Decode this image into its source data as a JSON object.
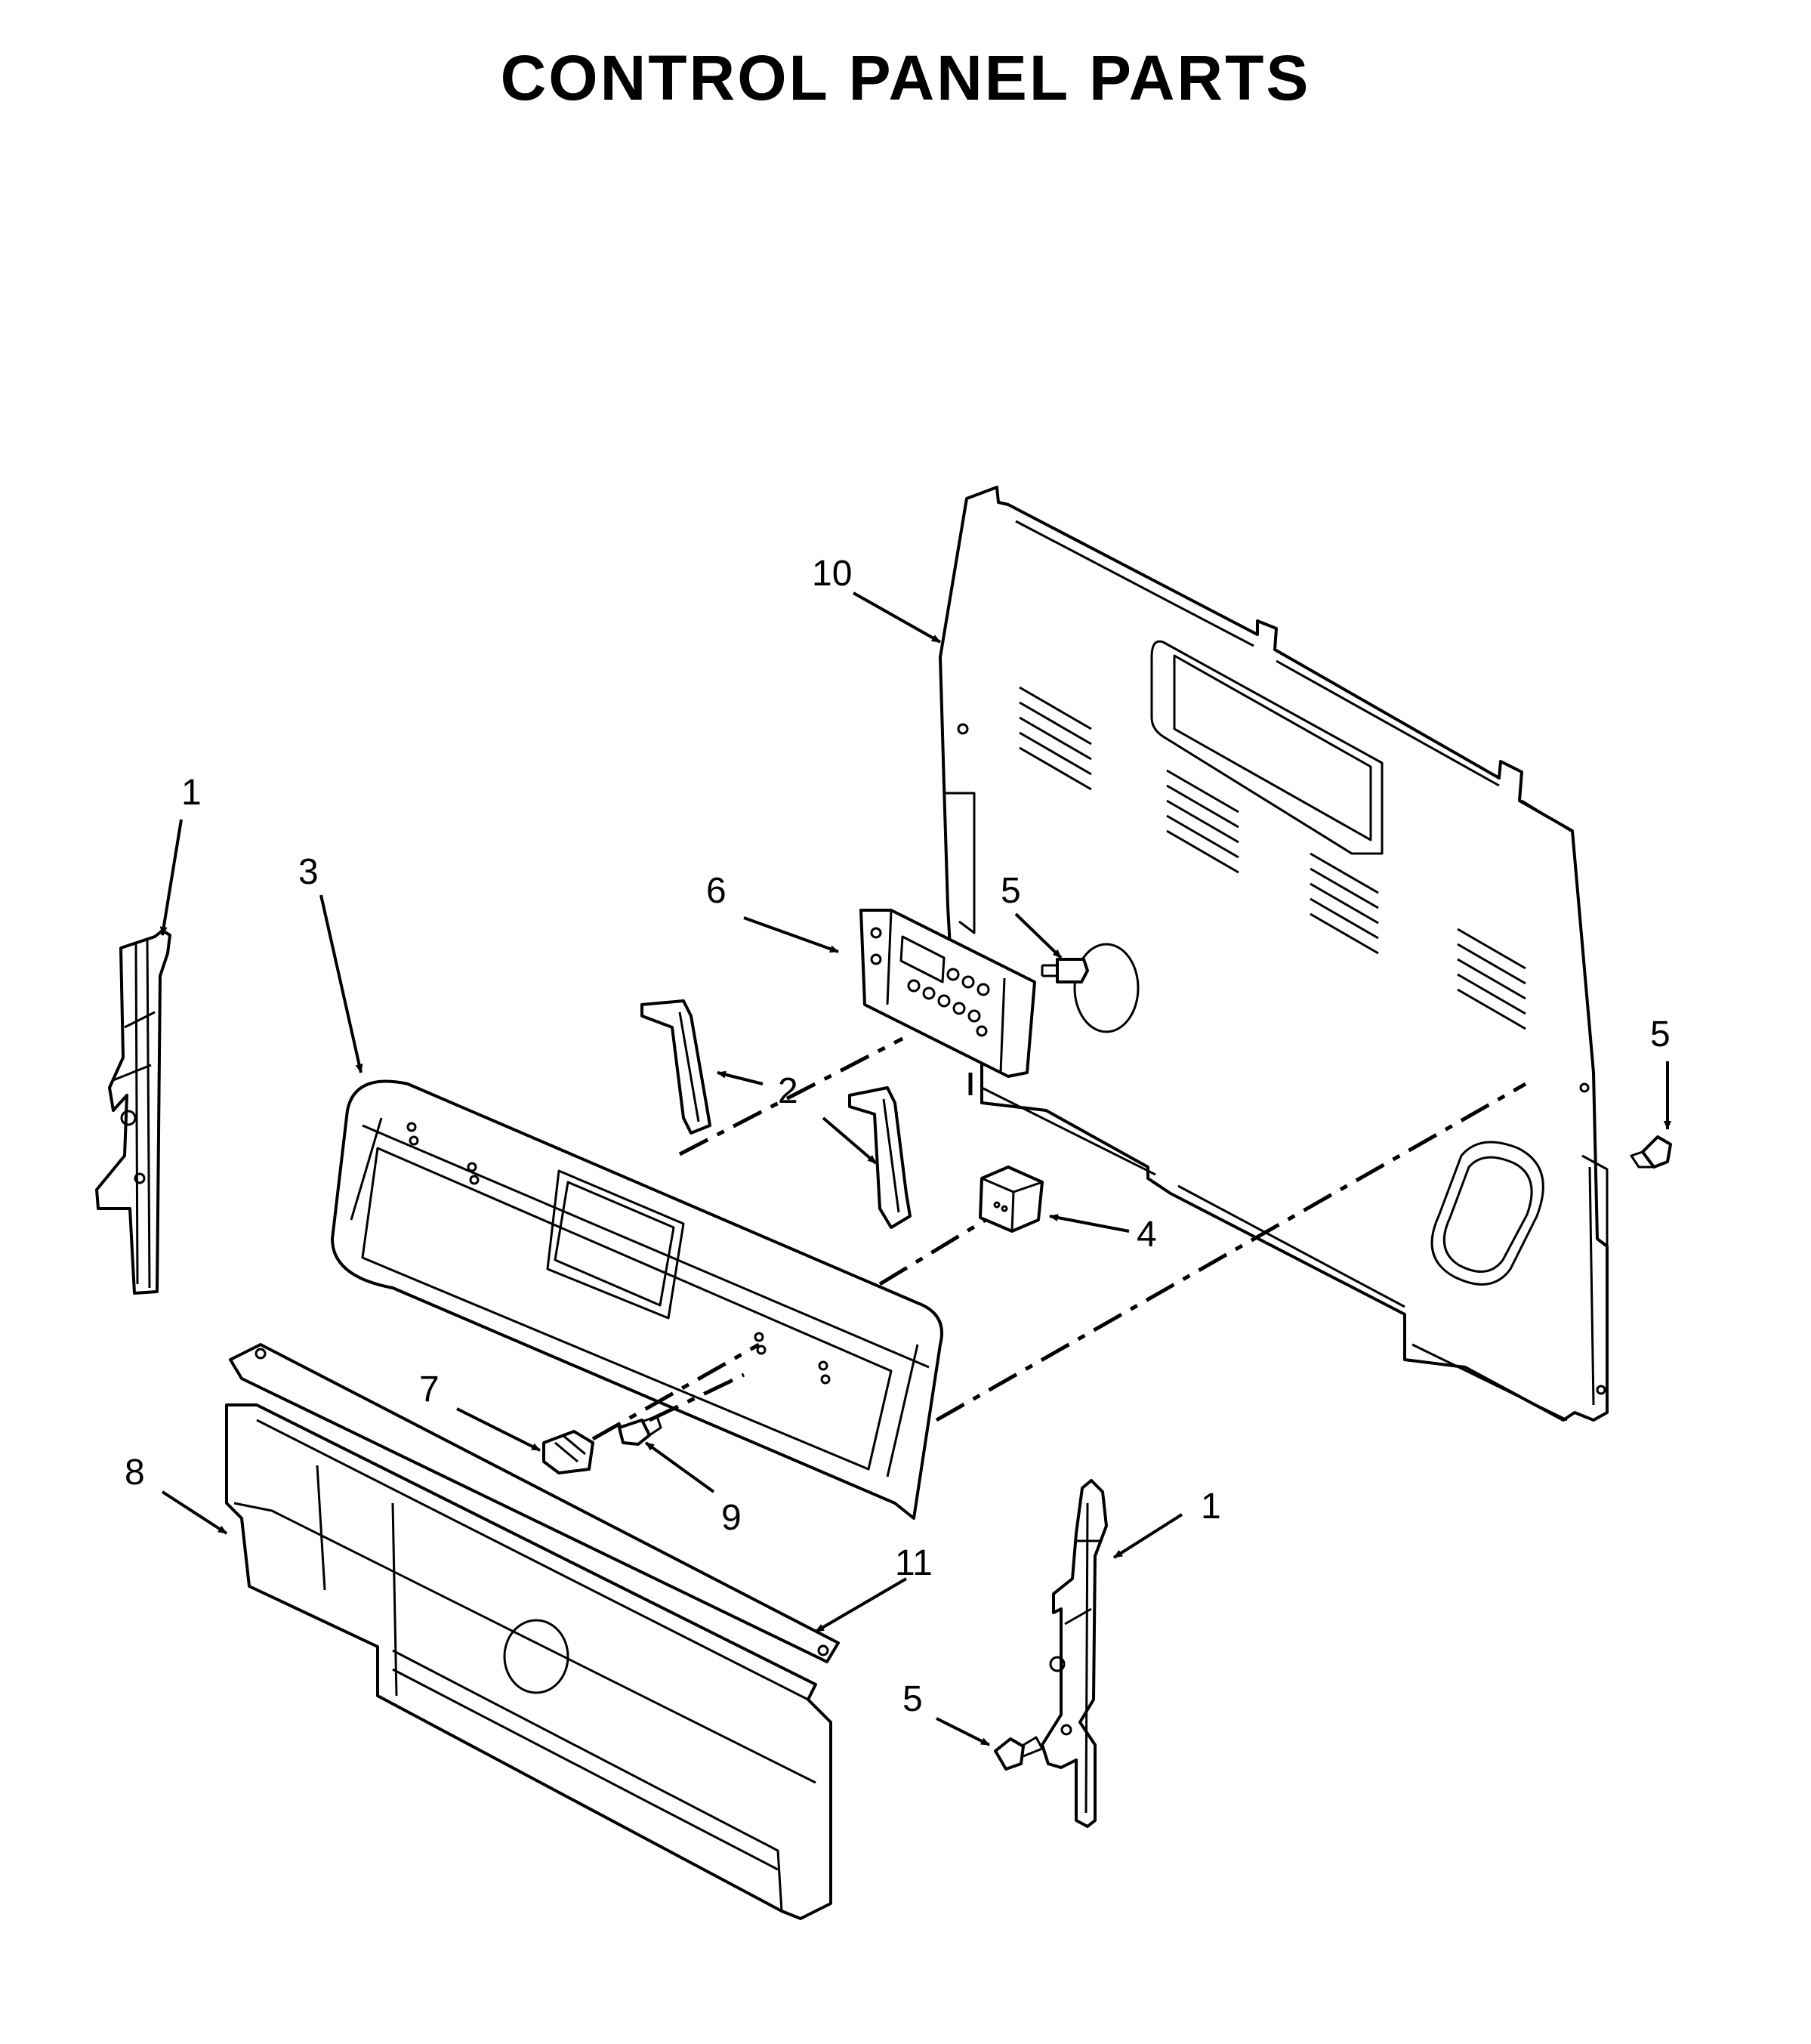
{
  "title": "CONTROL PANEL PARTS",
  "callouts": {
    "c1_left": "1",
    "c1_right": "1",
    "c2": "2",
    "c3": "3",
    "c4": "4",
    "c5_board": "5",
    "c5_right": "5",
    "c5_bottom": "5",
    "c6": "6",
    "c7": "7",
    "c8": "8",
    "c9": "9",
    "c10": "10",
    "c11": "11"
  }
}
